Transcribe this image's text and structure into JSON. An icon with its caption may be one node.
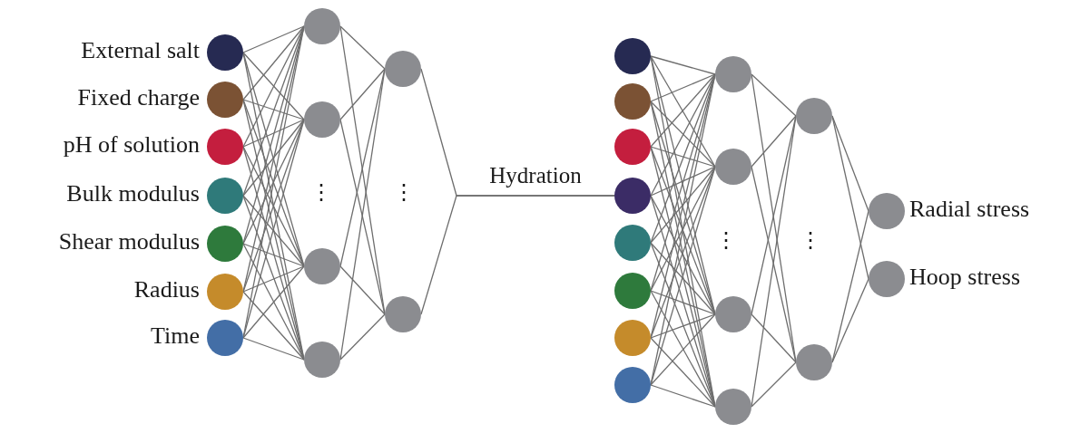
{
  "diagram": {
    "nodes": [
      {
        "text": [],
        "shape": "circle",
        "beside": [
          "External salt"
        ]
      },
      {
        "text": [],
        "shape": "circle",
        "beside": [
          "Fixed charge"
        ]
      },
      {
        "text": [],
        "shape": "circle",
        "beside": [
          "pH of solution"
        ]
      },
      {
        "text": [],
        "shape": "circle",
        "beside": [
          "Bulk modulus"
        ]
      },
      {
        "text": [],
        "shape": "circle",
        "beside": [
          "Shear modulus"
        ]
      },
      {
        "text": [],
        "shape": "circle",
        "beside": [
          "Radius"
        ]
      },
      {
        "text": [],
        "shape": "circle",
        "beside": [
          "Time"
        ]
      },
      {
        "text": [],
        "shape": "circle"
      },
      {
        "text": [],
        "shape": "circle"
      },
      {
        "text": [],
        "shape": "circle"
      },
      {
        "text": [],
        "shape": "circle"
      },
      {
        "text": [],
        "shape": "circle"
      },
      {
        "text": [],
        "shape": "circle"
      },
      {
        "text": [],
        "shape": "circle"
      },
      {
        "text": [],
        "shape": "circle"
      },
      {
        "text": [],
        "shape": "circle"
      },
      {
        "text": [],
        "shape": "circle"
      },
      {
        "text": [],
        "shape": "circle"
      },
      {
        "text": [],
        "shape": "circle"
      },
      {
        "text": [],
        "shape": "circle"
      },
      {
        "text": [],
        "shape": "circle"
      },
      {
        "text": [],
        "shape": "circle"
      },
      {
        "text": [],
        "shape": "circle"
      },
      {
        "text": [],
        "shape": "circle"
      },
      {
        "text": [],
        "shape": "circle"
      },
      {
        "text": [],
        "shape": "circle"
      },
      {
        "text": [],
        "shape": "circle"
      },
      {
        "text": [],
        "shape": "circle",
        "beside": [
          "Radial stress"
        ]
      },
      {
        "text": [],
        "shape": "circle",
        "beside": [
          "Hoop stress"
        ]
      }
    ],
    "edges": [
      {
        "from": 0,
        "to": 7,
        "arrow": "none"
      },
      {
        "from": 0,
        "to": 8,
        "arrow": "none"
      },
      {
        "from": 0,
        "to": 9,
        "arrow": "none"
      },
      {
        "from": 0,
        "to": 10,
        "arrow": "none"
      },
      {
        "from": 1,
        "to": 7,
        "arrow": "none"
      },
      {
        "from": 1,
        "to": 8,
        "arrow": "none"
      },
      {
        "from": 1,
        "to": 9,
        "arrow": "none"
      },
      {
        "from": 1,
        "to": 10,
        "arrow": "none"
      },
      {
        "from": 2,
        "to": 7,
        "arrow": "none"
      },
      {
        "from": 2,
        "to": 8,
        "arrow": "none"
      },
      {
        "from": 2,
        "to": 9,
        "arrow": "none"
      },
      {
        "from": 2,
        "to": 10,
        "arrow": "none"
      },
      {
        "from": 3,
        "to": 7,
        "arrow": "none"
      },
      {
        "from": 3,
        "to": 8,
        "arrow": "none"
      },
      {
        "from": 3,
        "to": 9,
        "arrow": "none"
      },
      {
        "from": 3,
        "to": 10,
        "arrow": "none"
      },
      {
        "from": 4,
        "to": 7,
        "arrow": "none"
      },
      {
        "from": 4,
        "to": 8,
        "arrow": "none"
      },
      {
        "from": 4,
        "to": 9,
        "arrow": "none"
      },
      {
        "from": 4,
        "to": 10,
        "arrow": "none"
      },
      {
        "from": 5,
        "to": 7,
        "arrow": "none"
      },
      {
        "from": 5,
        "to": 8,
        "arrow": "none"
      },
      {
        "from": 5,
        "to": 9,
        "arrow": "none"
      },
      {
        "from": 5,
        "to": 10,
        "arrow": "none"
      },
      {
        "from": 6,
        "to": 7,
        "arrow": "none"
      },
      {
        "from": 6,
        "to": 8,
        "arrow": "none"
      },
      {
        "from": 6,
        "to": 9,
        "arrow": "none"
      },
      {
        "from": 6,
        "to": 10,
        "arrow": "none"
      },
      {
        "from": 7,
        "to": 11,
        "arrow": "none"
      },
      {
        "from": 7,
        "to": 12,
        "arrow": "none"
      },
      {
        "from": 8,
        "to": 11,
        "arrow": "none"
      },
      {
        "from": 8,
        "to": 12,
        "arrow": "none"
      },
      {
        "from": 9,
        "to": 11,
        "arrow": "none"
      },
      {
        "from": 9,
        "to": 12,
        "arrow": "none"
      },
      {
        "from": 10,
        "to": 11,
        "arrow": "none"
      },
      {
        "from": 10,
        "to": 12,
        "arrow": "none"
      },
      {
        "from": 11,
        "to": 16,
        "arrow": "none",
        "label": "Hydration"
      },
      {
        "from": 12,
        "to": 16,
        "arrow": "none"
      },
      {
        "from": 13,
        "to": 21,
        "arrow": "none"
      },
      {
        "from": 13,
        "to": 22,
        "arrow": "none"
      },
      {
        "from": 13,
        "to": 23,
        "arrow": "none"
      },
      {
        "from": 13,
        "to": 24,
        "arrow": "none"
      },
      {
        "from": 14,
        "to": 21,
        "arrow": "none"
      },
      {
        "from": 14,
        "to": 22,
        "arrow": "none"
      },
      {
        "from": 14,
        "to": 23,
        "arrow": "none"
      },
      {
        "from": 14,
        "to": 24,
        "arrow": "none"
      },
      {
        "from": 15,
        "to": 21,
        "arrow": "none"
      },
      {
        "from": 15,
        "to": 22,
        "arrow": "none"
      },
      {
        "from": 15,
        "to": 23,
        "arrow": "none"
      },
      {
        "from": 15,
        "to": 24,
        "arrow": "none"
      },
      {
        "from": 16,
        "to": 21,
        "arrow": "none"
      },
      {
        "from": 16,
        "to": 22,
        "arrow": "none"
      },
      {
        "from": 16,
        "to": 23,
        "arrow": "none"
      },
      {
        "from": 16,
        "to": 24,
        "arrow": "none"
      },
      {
        "from": 17,
        "to": 21,
        "arrow": "none"
      },
      {
        "from": 17,
        "to": 22,
        "arrow": "none"
      },
      {
        "from": 17,
        "to": 23,
        "arrow": "none"
      },
      {
        "from": 17,
        "to": 24,
        "arrow": "none"
      },
      {
        "from": 18,
        "to": 21,
        "arrow": "none"
      },
      {
        "from": 18,
        "to": 22,
        "arrow": "none"
      },
      {
        "from": 18,
        "to": 23,
        "arrow": "none"
      },
      {
        "from": 18,
        "to": 24,
        "arrow": "none"
      },
      {
        "from": 19,
        "to": 21,
        "arrow": "none"
      },
      {
        "from": 19,
        "to": 22,
        "arrow": "none"
      },
      {
        "from": 19,
        "to": 23,
        "arrow": "none"
      },
      {
        "from": 19,
        "to": 24,
        "arrow": "none"
      },
      {
        "from": 20,
        "to": 21,
        "arrow": "none"
      },
      {
        "from": 20,
        "to": 22,
        "arrow": "none"
      },
      {
        "from": 20,
        "to": 23,
        "arrow": "none"
      },
      {
        "from": 20,
        "to": 24,
        "arrow": "none"
      },
      {
        "from": 21,
        "to": 25,
        "arrow": "none"
      },
      {
        "from": 21,
        "to": 26,
        "arrow": "none"
      },
      {
        "from": 22,
        "to": 25,
        "arrow": "none"
      },
      {
        "from": 22,
        "to": 26,
        "arrow": "none"
      },
      {
        "from": 23,
        "to": 25,
        "arrow": "none"
      },
      {
        "from": 23,
        "to": 26,
        "arrow": "none"
      },
      {
        "from": 24,
        "to": 25,
        "arrow": "none"
      },
      {
        "from": 24,
        "to": 26,
        "arrow": "none"
      },
      {
        "from": 25,
        "to": 27,
        "arrow": "none"
      },
      {
        "from": 25,
        "to": 28,
        "arrow": "none"
      },
      {
        "from": 26,
        "to": 27,
        "arrow": "none"
      },
      {
        "from": 26,
        "to": 28,
        "arrow": "none"
      }
    ],
    "labels": [
      "⋮",
      "⋮",
      "⋮",
      "⋮"
    ]
  }
}
